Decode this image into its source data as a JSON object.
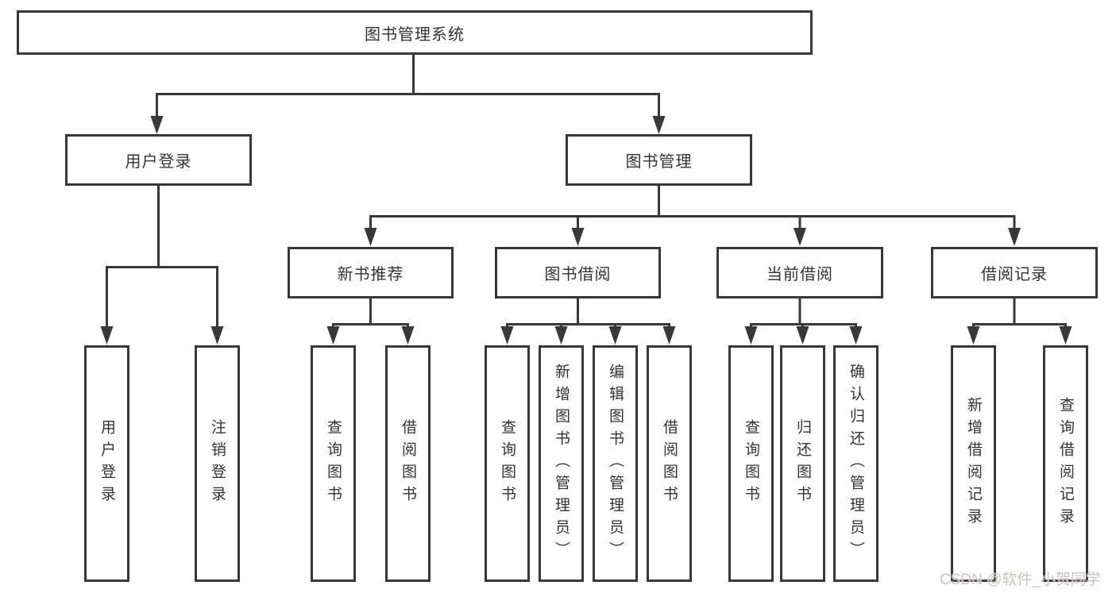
{
  "diagram": {
    "root": "图书管理系统",
    "user_login": {
      "label": "用户登录",
      "children": [
        "用户登录",
        "注销登录"
      ]
    },
    "book_management": {
      "label": "图书管理",
      "sections": [
        {
          "label": "新书推荐",
          "children": [
            "查询图书",
            "借阅图书"
          ]
        },
        {
          "label": "图书借阅",
          "children": [
            "查询图书",
            "新增图书（管理员）",
            "编辑图书（管理员）",
            "借阅图书"
          ]
        },
        {
          "label": "当前借阅",
          "children": [
            "查询图书",
            "归还图书",
            "确认归还（管理员）"
          ]
        },
        {
          "label": "借阅记录",
          "children": [
            "新增借阅记录",
            "查询借阅记录"
          ]
        }
      ]
    }
  },
  "watermark": "CSDN @软件_小贺同学",
  "colors": {
    "line": "#383838",
    "box_border": "#383838",
    "box_fill": "#ffffff",
    "text": "#333333",
    "background": "#ffffff",
    "watermark": "#c9c4c4"
  }
}
